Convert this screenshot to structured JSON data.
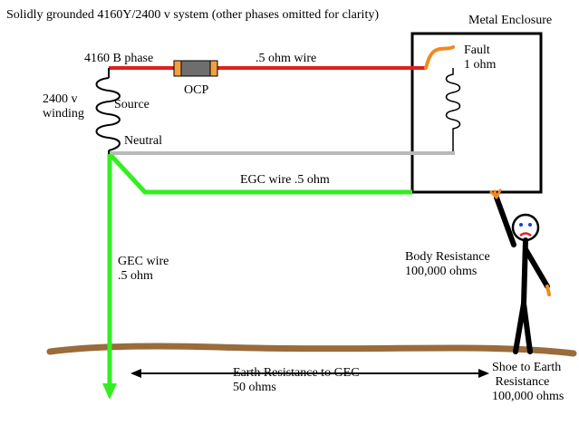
{
  "title": "Solidly grounded 4160Y/2400 v system (other phases omitted for clarity)",
  "labels": {
    "metal_enclosure": "Metal Enclosure",
    "phase": "4160 B phase",
    "ocp": "OCP",
    "phase_wire": ".5 ohm wire",
    "fault": "Fault\n1 ohm",
    "winding": "2400 v\nwinding",
    "source": "Source",
    "neutral": "Neutral",
    "egc_wire": "EGC wire   .5 ohm",
    "gec_wire": "GEC wire\n.5 ohm",
    "body_resistance": "Body Resistance\n100,000 ohms",
    "earth_resistance": "Earth Resistance to GEC\n50 ohms",
    "shoe_to_earth": "Shoe to Earth\n Resistance\n100,000 ohms"
  },
  "colors": {
    "phase_wire": "#e0201e",
    "neutral_wire": "#b9b9b9",
    "ground_wire": "#33ee22",
    "fault_lead": "#f08a20",
    "earth": "#9a6b3b",
    "ocp_body": "#6e6e6e",
    "ocp_caps": "#f0a040"
  }
}
